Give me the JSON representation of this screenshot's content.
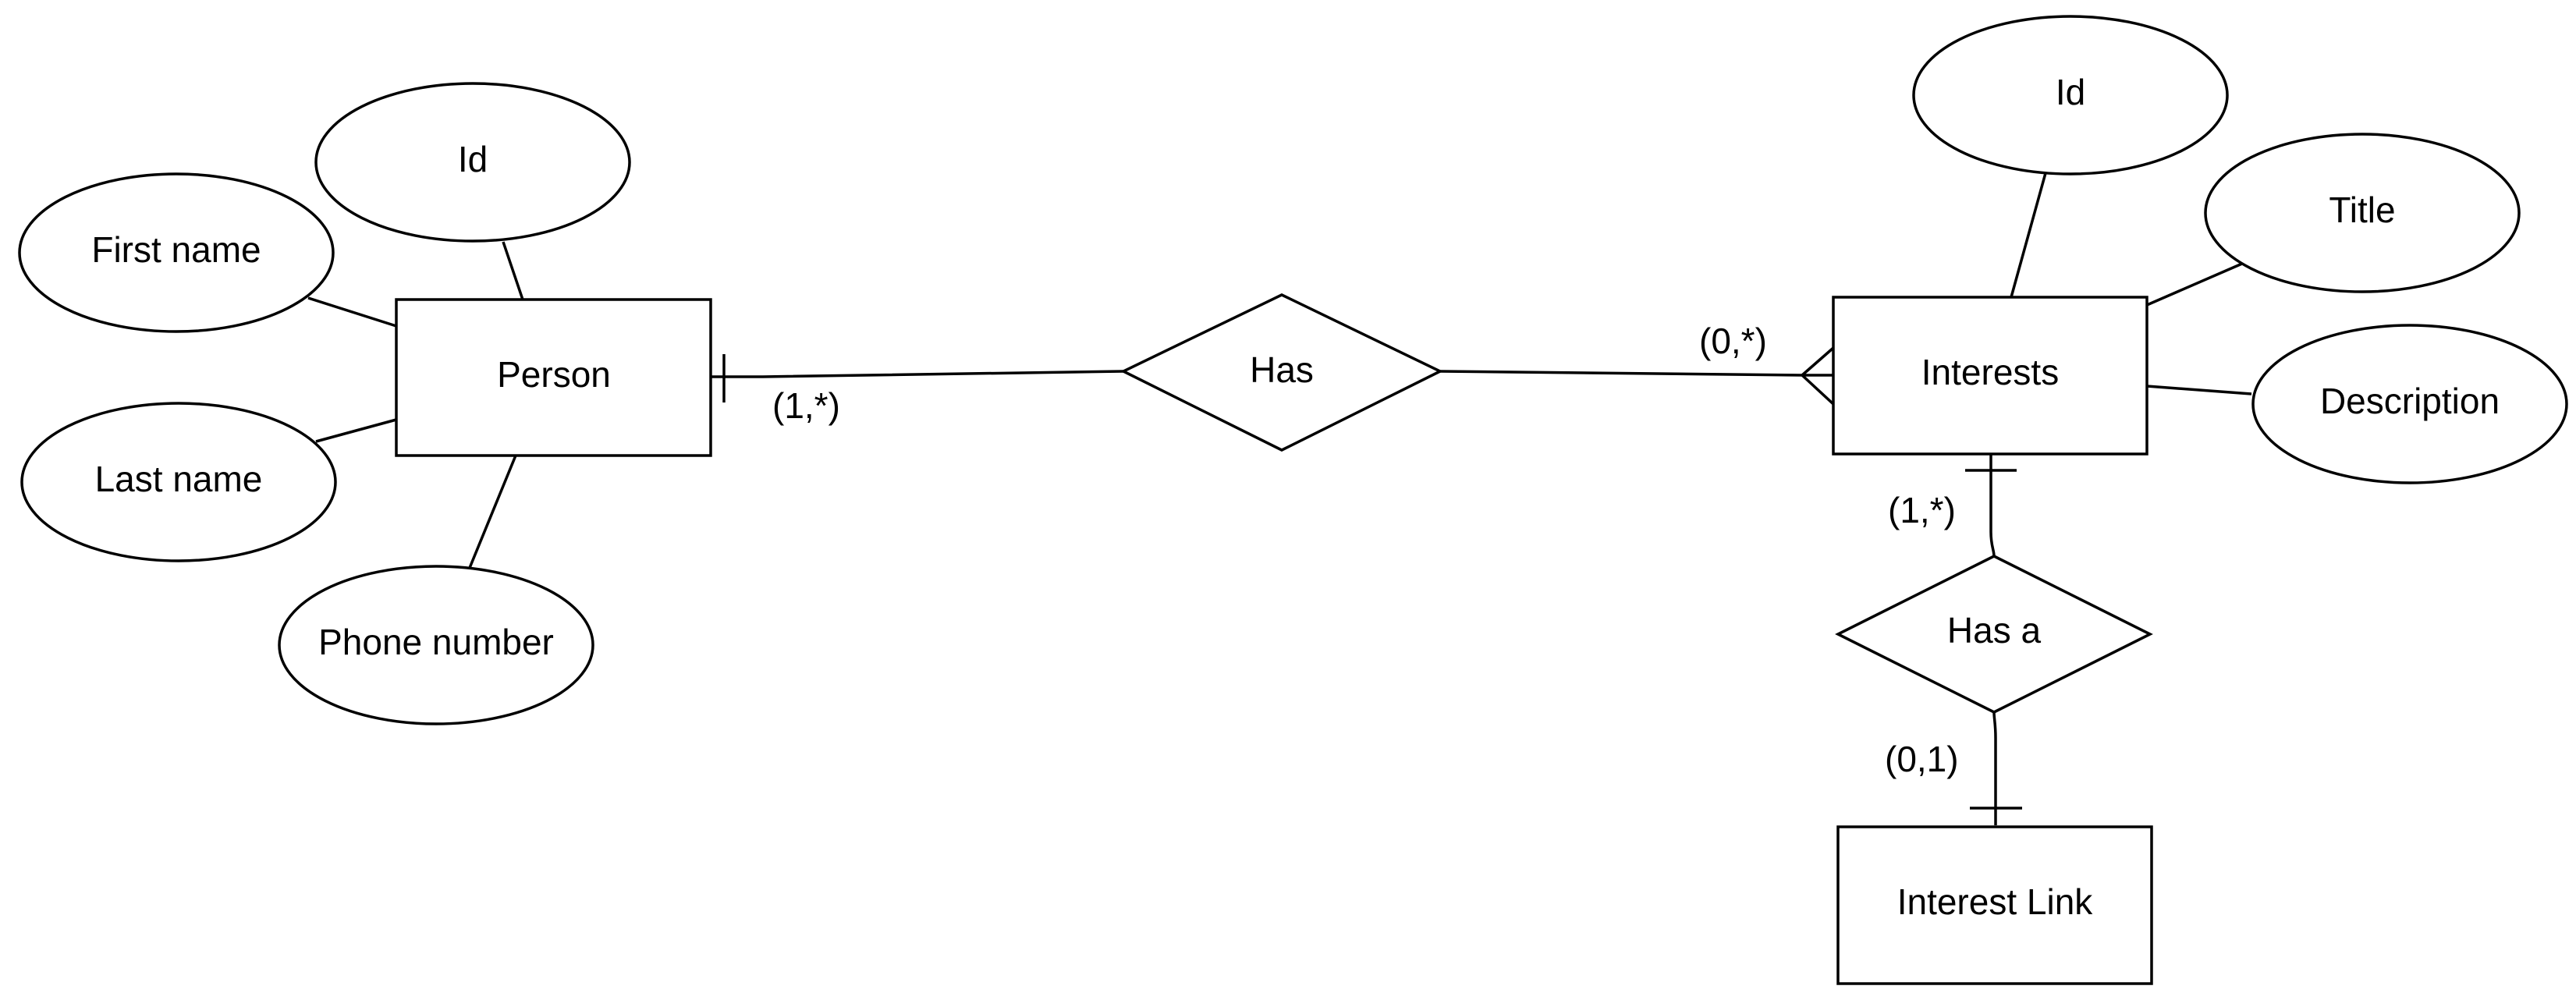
{
  "entities": {
    "person": {
      "label": "Person"
    },
    "interests": {
      "label": "Interests"
    },
    "interest_link": {
      "label": "Interest Link"
    }
  },
  "attributes": {
    "person_id": {
      "label": "Id"
    },
    "person_first_name": {
      "label": "First name"
    },
    "person_last_name": {
      "label": "Last name"
    },
    "person_phone_number": {
      "label": "Phone number"
    },
    "interests_id": {
      "label": "Id"
    },
    "interests_title": {
      "label": "Title"
    },
    "interests_description": {
      "label": "Description"
    }
  },
  "relationships": {
    "has": {
      "label": "Has"
    },
    "has_a": {
      "label": "Has a"
    }
  },
  "cardinalities": {
    "person_has": "(1,*)",
    "has_interests": "(0,*)",
    "interests_has_a": "(1,*)",
    "has_a_interest_link": "(0,1)"
  }
}
